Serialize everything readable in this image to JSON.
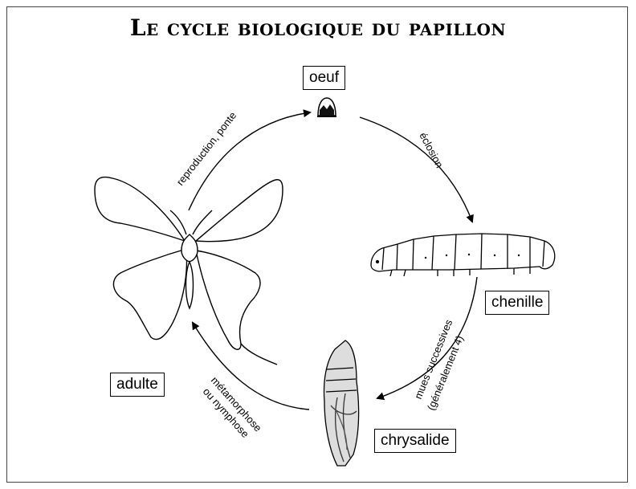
{
  "title": "Le cycle biologique du papillon",
  "stages": {
    "egg": "oeuf",
    "caterpillar": "chenille",
    "chrysalis": "chrysalide",
    "adult": "adulte"
  },
  "transitions": {
    "hatching": "éclosion",
    "molts_line1": "mues successives",
    "molts_line2": "(généralement 4)",
    "metamorphosis_line1": "métamorphose",
    "metamorphosis_line2": "ou nymphose",
    "reproduction": "reproduction, ponte"
  }
}
